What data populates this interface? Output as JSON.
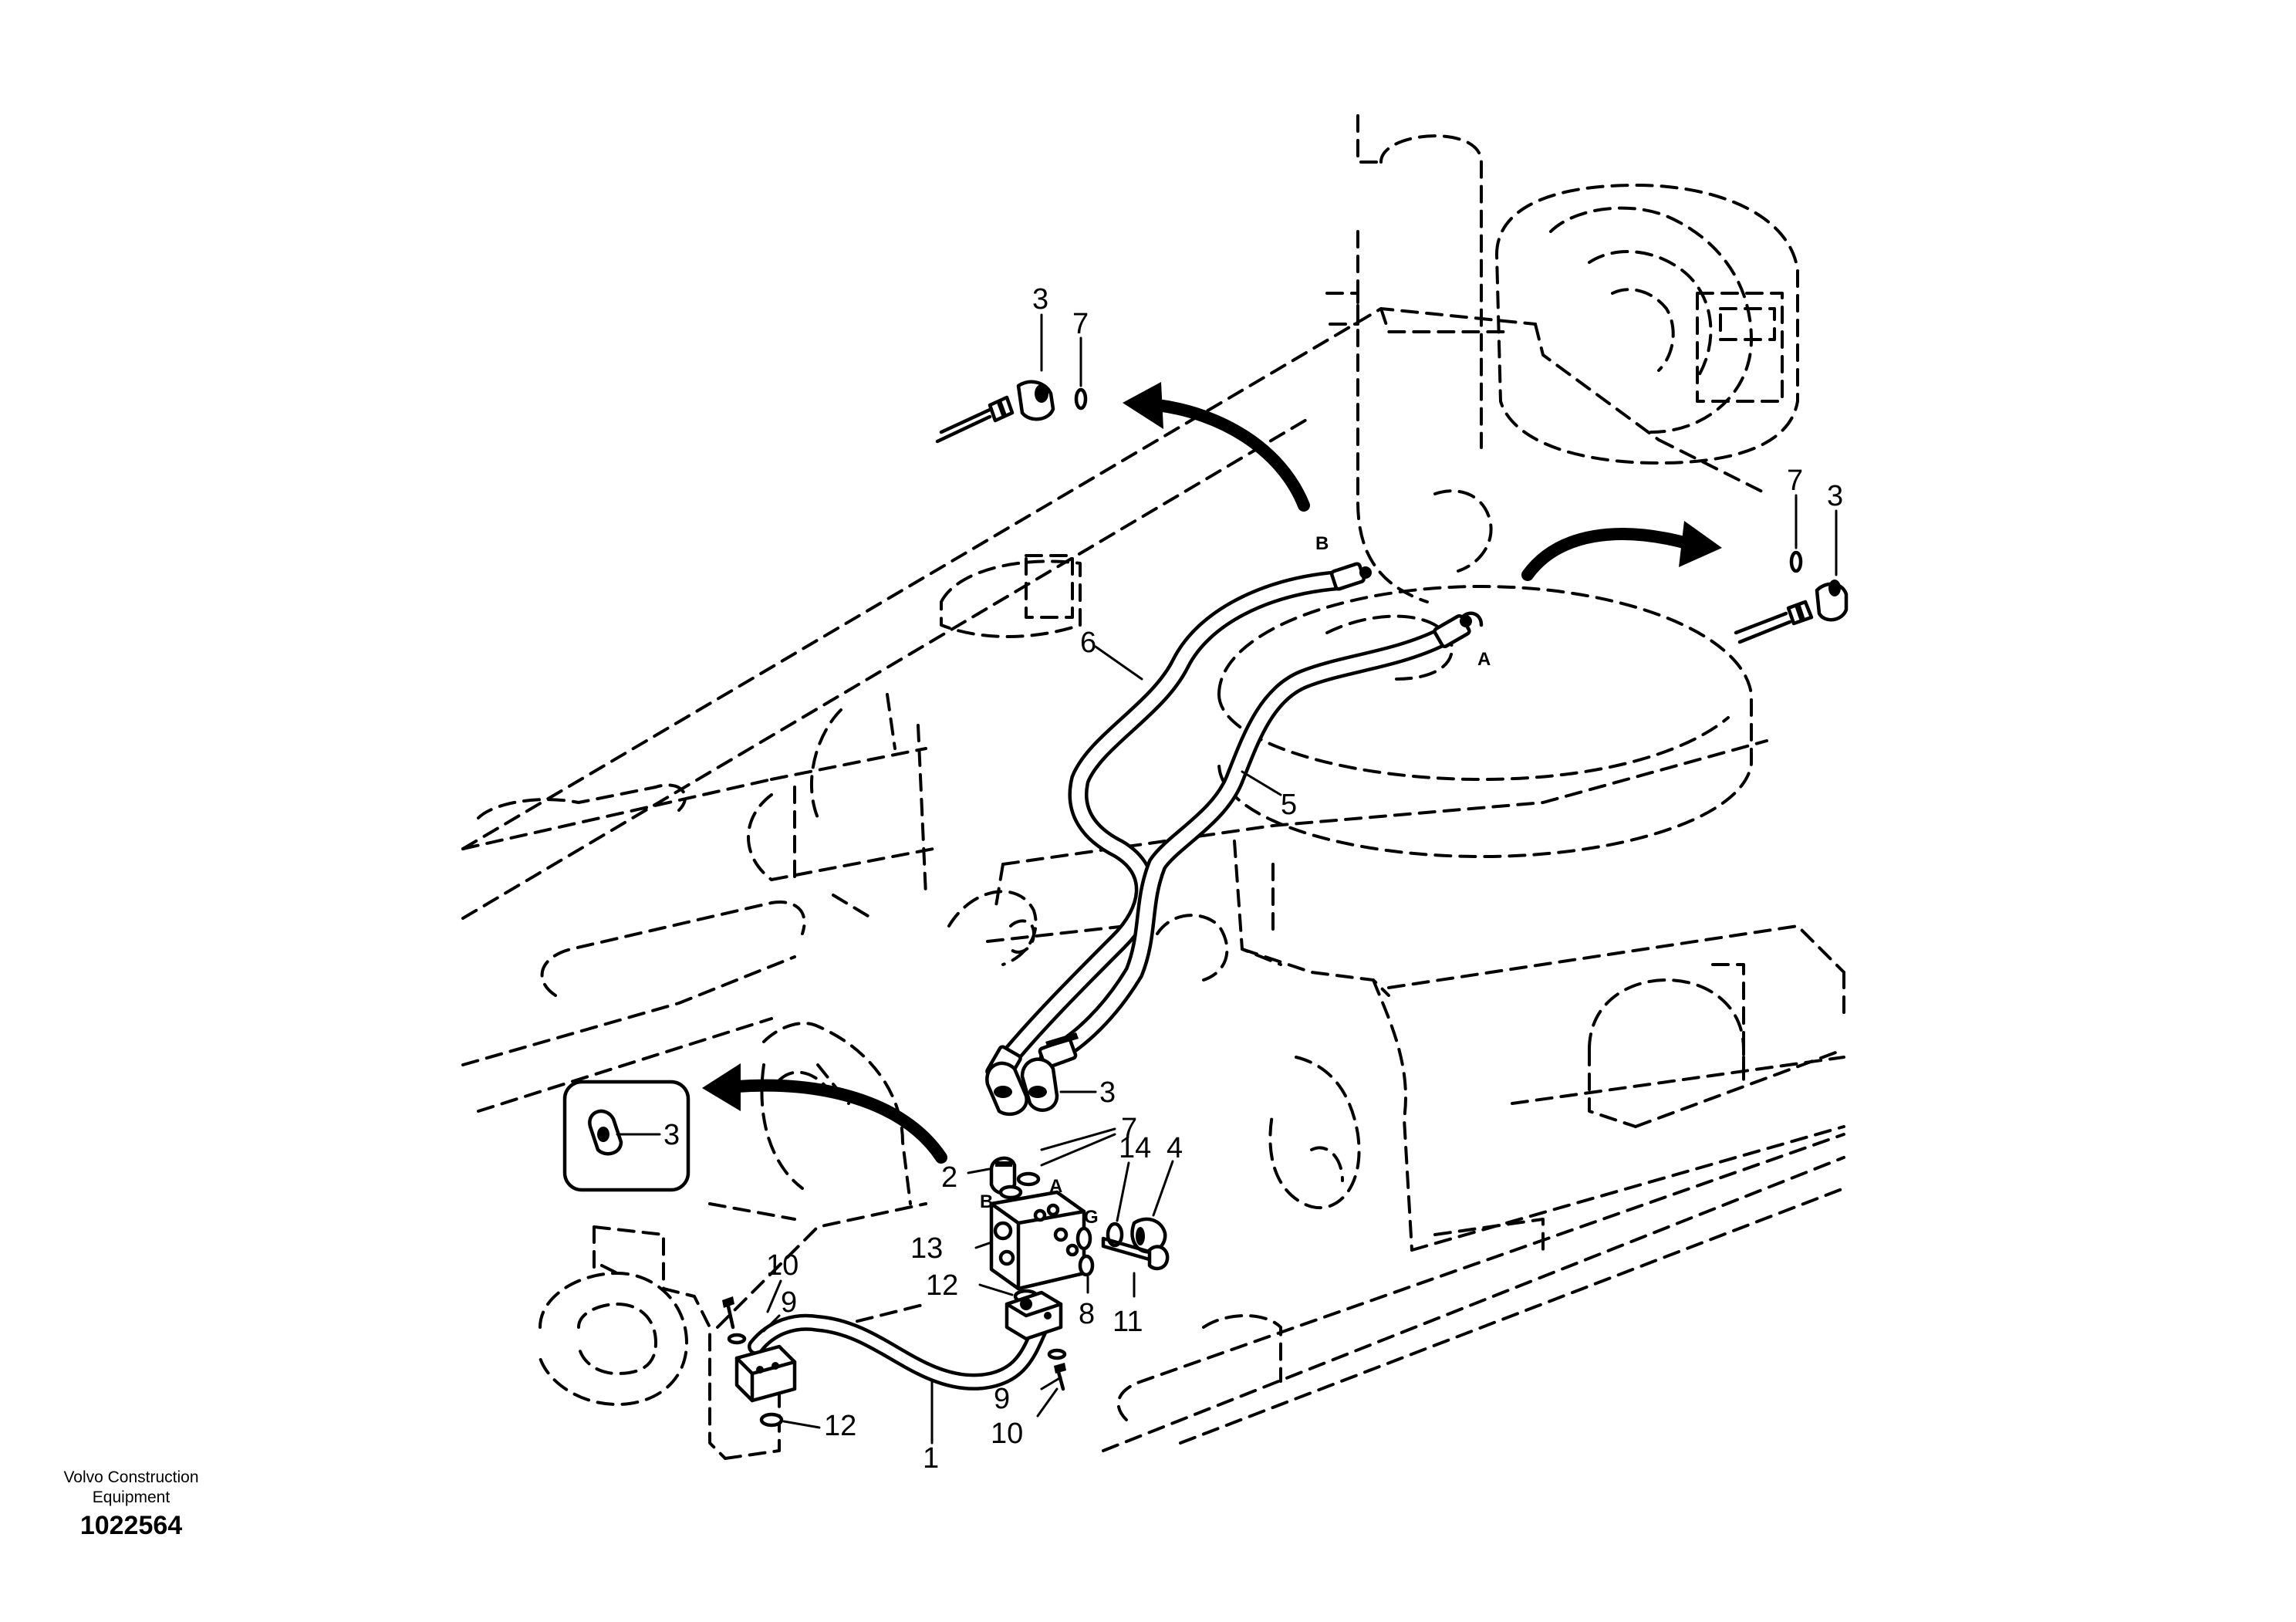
{
  "callouts": {
    "c1": "1",
    "c2": "2",
    "c3a": "3",
    "c3b": "3",
    "c3c": "3",
    "c3d": "3",
    "c4": "4",
    "c5": "5",
    "c6": "6",
    "c7a": "7",
    "c7b": "7",
    "c7c": "7",
    "c8": "8",
    "c9a": "9",
    "c9b": "9",
    "c10a": "10",
    "c10b": "10",
    "c11": "11",
    "c12a": "12",
    "c12b": "12",
    "c13": "13",
    "c14": "14"
  },
  "port_labels": {
    "a_top": "A",
    "b_top": "B",
    "a_block": "A",
    "b_block": "B",
    "g_block": "G"
  },
  "footer": {
    "manufacturer": "Volvo Construction Equipment",
    "document_number": "1022564"
  }
}
